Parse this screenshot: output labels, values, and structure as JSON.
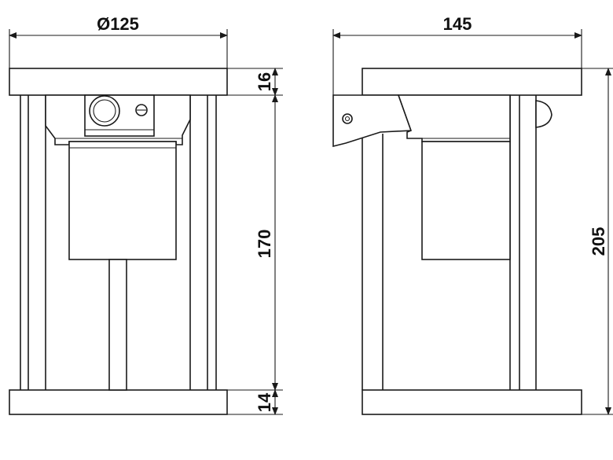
{
  "front_view": {
    "width_label": "Ø125",
    "top_height_label": "16",
    "body_height_label": "170",
    "base_height_label": "14"
  },
  "side_view": {
    "depth_label": "145",
    "total_height_label": "205"
  },
  "colors": {
    "line": "#1a1a1a",
    "background": "#ffffff"
  }
}
